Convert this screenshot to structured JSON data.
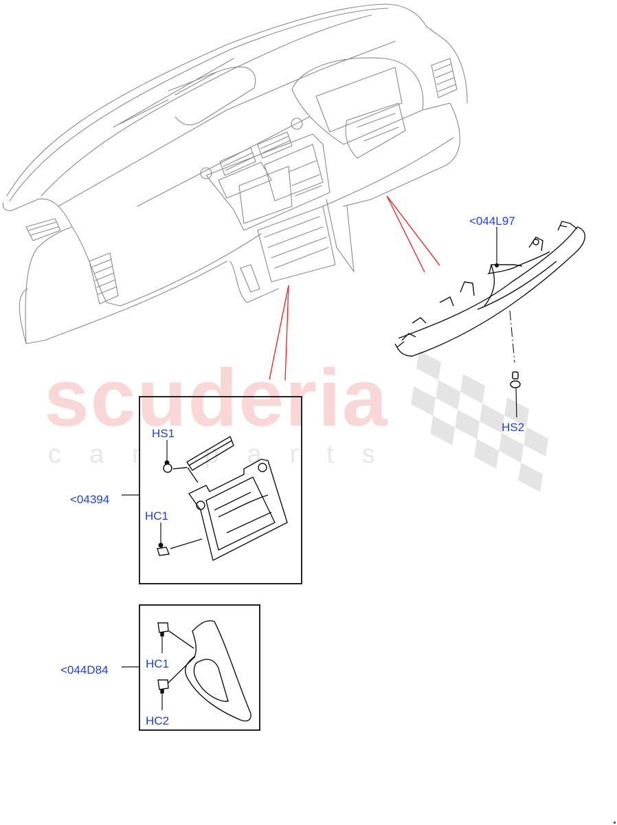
{
  "diagram": {
    "type": "exploded-parts-diagram",
    "subject": "dashboard instrument panel lower trim",
    "watermark": {
      "primary": "scuderia",
      "secondary": "car parts",
      "primary_color": "#f9d7d7",
      "secondary_color": "#e7e7e7"
    },
    "colors": {
      "callout_text": "#1d3ee8",
      "leader_lines": "#ff0000",
      "main_assembly_lines": "#888888",
      "part_lines": "#111111",
      "frame": "#222222"
    },
    "callouts": {
      "group_right": {
        "ref": "<044L97"
      },
      "group_mid": {
        "ref": "<04394"
      },
      "group_lower": {
        "ref": "<044D84"
      },
      "hs1": "HS1",
      "hc1_mid": "HC1",
      "hs2": "HS2",
      "hc1_lower": "HC1",
      "hc2_lower": "HC2"
    },
    "parts": [
      {
        "id": "main-dashboard",
        "label": "Dashboard assembly (context)"
      },
      {
        "id": "glovebox-lower-trim",
        "ref": "<044L97",
        "fasteners": [
          "HS2"
        ]
      },
      {
        "id": "center-console-bezel",
        "ref": "<04394",
        "fasteners": [
          "HS1",
          "HC1"
        ]
      },
      {
        "id": "side-trim-panel",
        "ref": "<044D84",
        "fasteners": [
          "HC1",
          "HC2"
        ]
      }
    ]
  }
}
